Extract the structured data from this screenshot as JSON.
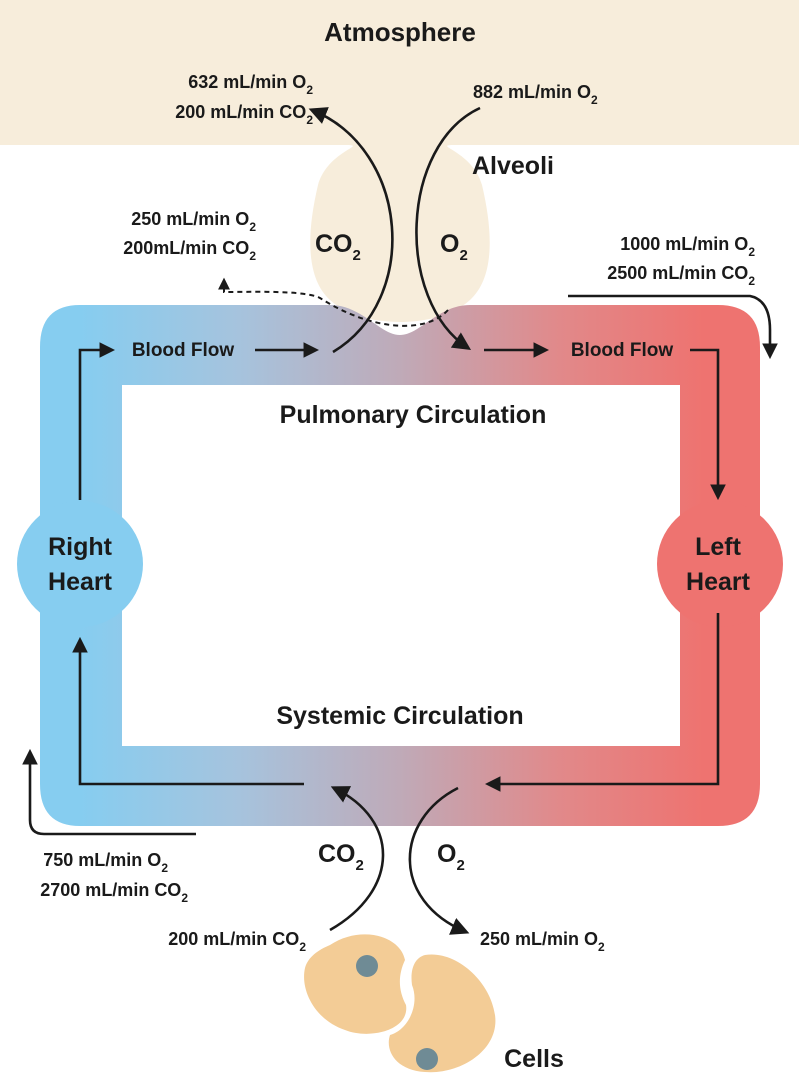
{
  "title": "Atmosphere",
  "alveoli_label": "Alveoli",
  "cells_label": "Cells",
  "pulmonary_label": "Pulmonary Circulation",
  "systemic_label": "Systemic Circulation",
  "blood_flow_label": "Blood Flow",
  "right_heart": {
    "line1": "Right",
    "line2": "Heart"
  },
  "left_heart": {
    "line1": "Left",
    "line2": "Heart"
  },
  "gases": {
    "co2": {
      "base": "CO",
      "sub": "2"
    },
    "o2": {
      "base": "O",
      "sub": "2"
    }
  },
  "rates": {
    "exhaled_o2": {
      "text": "632 mL/min O",
      "sub": "2"
    },
    "exhaled_co2": {
      "text": "200 mL/min CO",
      "sub": "2"
    },
    "inhaled_o2": {
      "text": "882 mL/min O",
      "sub": "2"
    },
    "dead_space_o2": {
      "text": "250 mL/min O",
      "sub": "2"
    },
    "dead_space_co2": {
      "text": "200mL/min CO",
      "sub": "2"
    },
    "arterial_o2": {
      "text": "1000 mL/min O",
      "sub": "2"
    },
    "arterial_co2": {
      "text": "2500 mL/min CO",
      "sub": "2"
    },
    "venous_o2": {
      "text": "750 mL/min O",
      "sub": "2"
    },
    "venous_co2": {
      "text": "2700 mL/min CO",
      "sub": "2"
    },
    "cells_co2": {
      "text": "200 mL/min CO",
      "sub": "2"
    },
    "cells_o2": {
      "text": "250 mL/min O",
      "sub": "2"
    }
  },
  "colors": {
    "atmosphere": "#f7eddb",
    "venous": "#86cdf0",
    "arterial": "#ee7370",
    "mixed": "#b8aebf",
    "cells": "#f3cc96",
    "nucleus": "#6f8b95",
    "ink": "#1a1a1a"
  }
}
